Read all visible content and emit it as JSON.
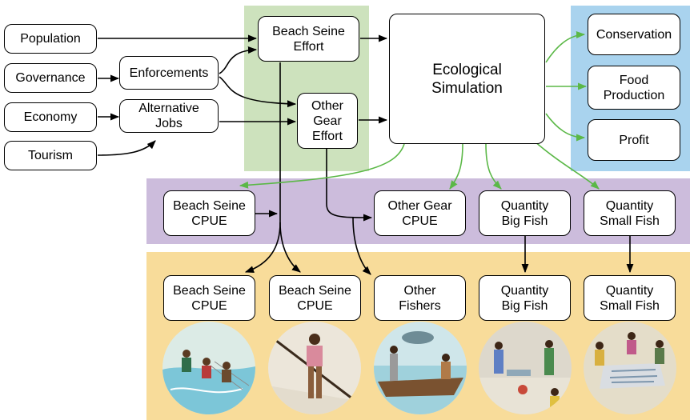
{
  "nodes": {
    "population": "Population",
    "governance": "Governance",
    "economy": "Economy",
    "tourism": "Tourism",
    "enforcements": "Enforcements",
    "alternative_jobs": "Alternative\nJobs",
    "beach_seine_effort": "Beach Seine\nEffort",
    "other_gear_effort": "Other\nGear\nEffort",
    "ecological_simulation": "Ecological\nSimulation",
    "conservation": "Conservation",
    "food_production": "Food\nProduction",
    "profit": "Profit",
    "beach_seine_cpue": "Beach Seine\nCPUE",
    "other_gear_cpue": "Other Gear\nCPUE",
    "quantity_big_fish": "Quantity\nBig Fish",
    "quantity_small_fish": "Quantity\nSmall Fish"
  },
  "bottom_row": {
    "beach_seine_cpue_1": "Beach Seine\nCPUE",
    "beach_seine_cpue_2": "Beach Seine\nCPUE",
    "other_fishers": "Other\nFishers",
    "quantity_big_fish": "Quantity\nBig Fish",
    "quantity_small_fish": "Quantity\nSmall Fish"
  },
  "illustrations": [
    "beach-seine-net-haulers-illustration",
    "beach-seine-pole-fisher-illustration",
    "other-fishers-boat-illustration",
    "big-fish-market-illustration",
    "small-fish-market-illustration"
  ],
  "colors": {
    "effort_band": "#cde2bd",
    "outcome_band": "#a9d3ee",
    "model_output_band": "#ccbcdc",
    "observation_band": "#f8dc9a",
    "driver_arrow": "#000000",
    "simulation_arrow": "#5bb847"
  }
}
